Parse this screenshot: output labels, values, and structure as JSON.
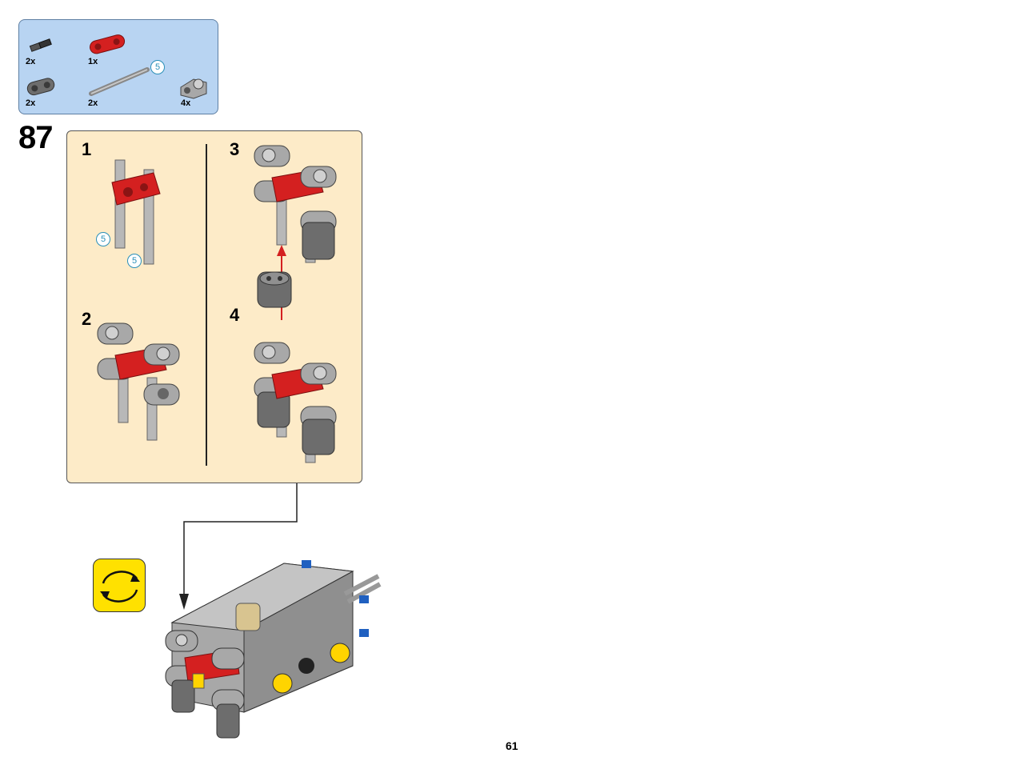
{
  "parts_list": {
    "items": [
      {
        "qty": "2x",
        "part": "axle-pin-icon"
      },
      {
        "qty": "1x",
        "part": "red-liftarm-icon"
      },
      {
        "qty": "2x",
        "part": "gray-connector-icon"
      },
      {
        "qty": "2x",
        "part": "axle-5-icon",
        "length": "5"
      },
      {
        "qty": "4x",
        "part": "cross-block-icon"
      }
    ]
  },
  "step": {
    "number": "87"
  },
  "sub_steps": [
    {
      "number": "1",
      "callouts": [
        "5",
        "5"
      ]
    },
    {
      "number": "2"
    },
    {
      "number": "3"
    },
    {
      "number": "4"
    }
  ],
  "page_number": "61",
  "colors": {
    "parts_bg": "#b8d4f2",
    "panel_bg": "#fdebc8",
    "brick_red": "#d42020",
    "brick_gray": "#a8a8a8",
    "rotate_bg": "#ffe100",
    "callout": "#2a8fb8"
  }
}
